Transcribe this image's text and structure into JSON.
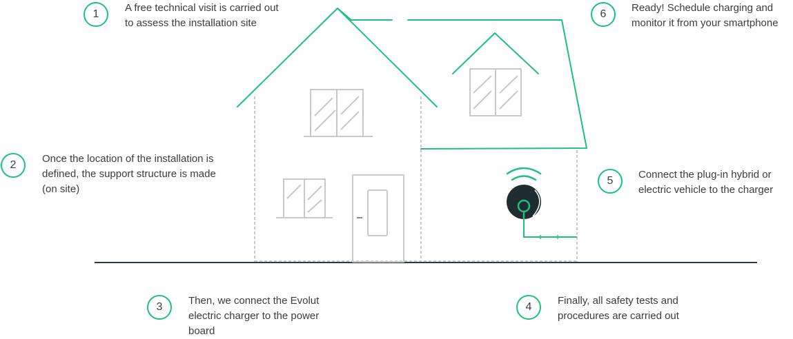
{
  "steps": [
    {
      "number": "1",
      "text": "A free technical visit is carried out to assess the installation site"
    },
    {
      "number": "2",
      "text": "Once the location of the installation is defined, the support structure is made (on site)"
    },
    {
      "number": "3",
      "text": "Then, we connect the Evolut electric charger to the power board"
    },
    {
      "number": "4",
      "text": "Finally, all safety tests and procedures are carried out"
    },
    {
      "number": "5",
      "text": "Connect the plug-in hybrid or electric vehicle to the charger"
    },
    {
      "number": "6",
      "text": "Ready! Schedule charging and monitor it from your smartphone"
    }
  ],
  "colors": {
    "accent": "#1fbf7f",
    "outline": "#c8c8c8",
    "ground": "#2b3a3f",
    "charger": "#1f2d33"
  }
}
